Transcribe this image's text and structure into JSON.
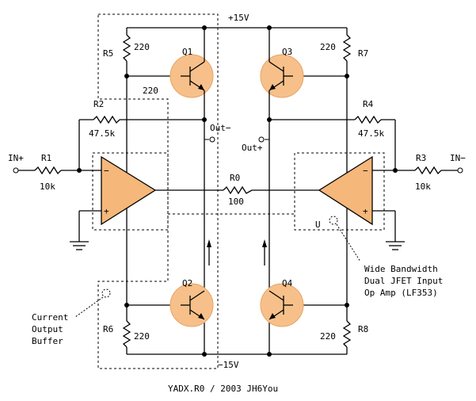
{
  "rails": {
    "positive": "+15V",
    "negative": "−15V"
  },
  "inputs": {
    "noninverting": "IN+",
    "inverting": "IN−"
  },
  "outputs": {
    "minus": "Out−",
    "plus": "Out+"
  },
  "components": {
    "R0": {
      "ref": "R0",
      "value": "100"
    },
    "R1": {
      "ref": "R1",
      "value": "10k"
    },
    "R2": {
      "ref": "R2",
      "value": "47.5k"
    },
    "R3": {
      "ref": "R3",
      "value": "10k"
    },
    "R4": {
      "ref": "R4",
      "value": "47.5k"
    },
    "R5": {
      "ref": "R5",
      "value": "220"
    },
    "R6": {
      "ref": "R6",
      "value": "220"
    },
    "R7": {
      "ref": "R7",
      "value": "220"
    },
    "R8": {
      "ref": "R8",
      "value": "220"
    },
    "extra_220": "220",
    "Q1": "Q1",
    "Q2": "Q2",
    "Q3": "Q3",
    "Q4": "Q4",
    "opamp_unit": "U"
  },
  "opamp_pins": {
    "minus": "−",
    "plus": "+"
  },
  "annotations": {
    "buffer_label": [
      "Current",
      "Output",
      "Buffer"
    ],
    "opamp_label": [
      "Wide Bandwidth",
      "Dual JFET Input",
      "Op Amp (LF353)"
    ]
  },
  "footer": "YADX.R0 / 2003 JH6You",
  "colors": {
    "component_fill": "#f5b77a",
    "line": "#000000",
    "background": "#ffffff"
  }
}
